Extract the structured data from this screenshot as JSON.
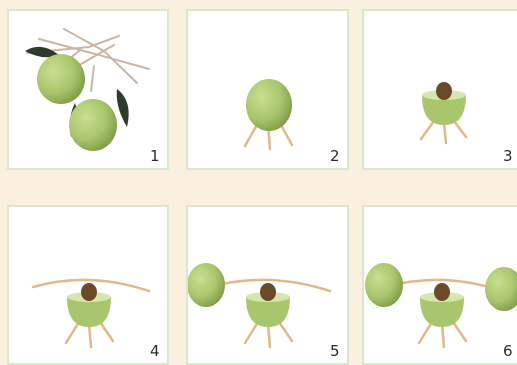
{
  "steps": [
    {
      "number": "1",
      "depiction": "olives-on-branch"
    },
    {
      "number": "2",
      "depiction": "olive-on-toothpick-legs"
    },
    {
      "number": "3",
      "depiction": "cut-olive-with-pit"
    },
    {
      "number": "4",
      "depiction": "toothpick-arms-added"
    },
    {
      "number": "5",
      "depiction": "left-olive-attached"
    },
    {
      "number": "6",
      "depiction": "right-olive-attached"
    }
  ],
  "colors": {
    "background": "#fbefe0",
    "panel_border": "#d9e8cc",
    "olive_green": "#a8c66c",
    "olive_dark": "#7f9e48",
    "leaf_dark": "#2f3b2a",
    "pit_brown": "#6b4a2a",
    "toothpick": "#e0b98a",
    "branch": "#c9b7a6"
  }
}
